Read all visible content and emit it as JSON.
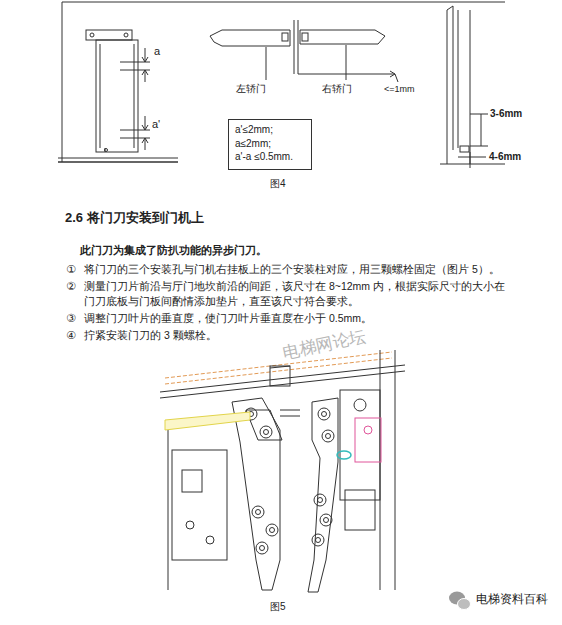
{
  "diagram": {
    "title": "2.6 将门刀安装到门机上",
    "nodes": [
      {
        "text": [
          "a'≤2mm;",
          "a≤2mm;",
          "a'-a ≤0.5mm."
        ]
      }
    ],
    "labels": [
      "a",
      "a'",
      "左轿门",
      "右轿门",
      "<=1mm",
      "3-6mm",
      "4-6mm",
      "图4",
      "此门刀为集成了防扒功能的异步门刀。",
      "①",
      "将门刀的三个安装孔与门机右挂板上的三个安装柱对应，用三颗螺栓固定（图片 5）。",
      "②",
      "测量门刀片前沿与厅门地坎前沿的间距，该尺寸在 8~12mm 内，根据实际尺寸的大小在门刀底板与门板间酌情添加垫片，直至该尺寸符合要求。",
      "③",
      "调整门刀叶片的垂直度，使门刀叶片垂直度在小于 0.5mm。",
      "④",
      "拧紧安装门刀的 3 颗螺栓。",
      "电梯网论坛",
      "图5",
      "电梯资料百科"
    ]
  }
}
